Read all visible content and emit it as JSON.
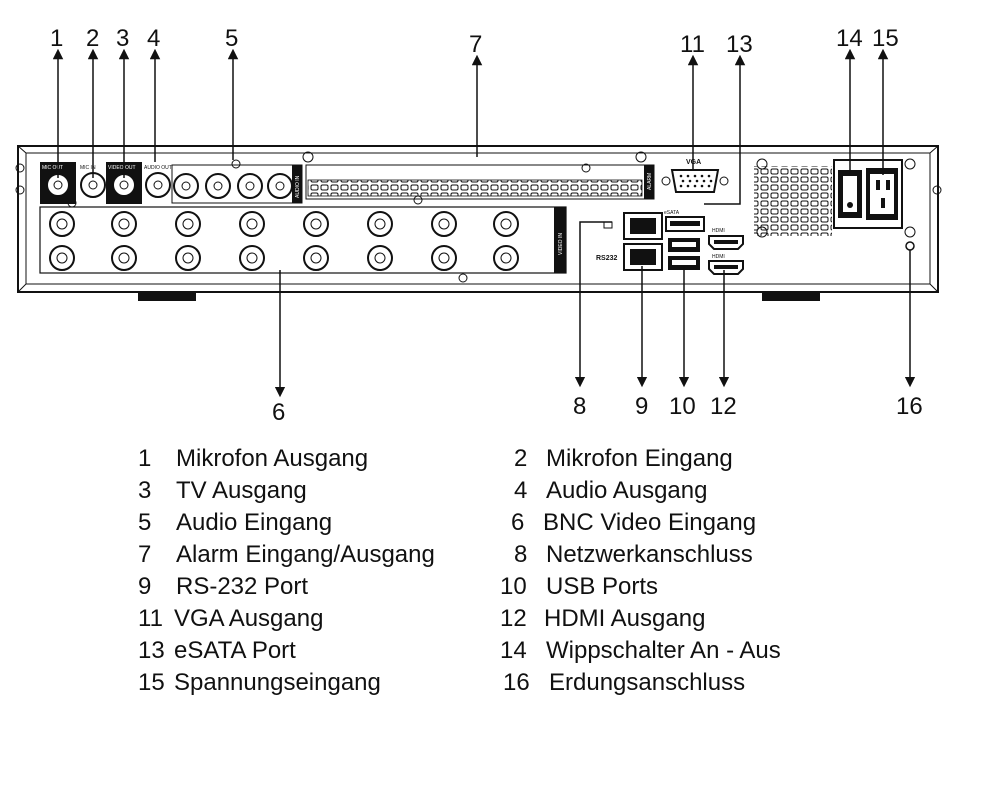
{
  "callouts": {
    "c1": "1",
    "c2": "2",
    "c3": "3",
    "c4": "4",
    "c5": "5",
    "c6": "6",
    "c7": "7",
    "c8": "8",
    "c9": "9",
    "c10": "10",
    "c11": "11",
    "c12": "12",
    "c13": "13",
    "c14": "14",
    "c15": "15",
    "c16": "16"
  },
  "panel_labels": {
    "vga": "VGA",
    "rs232": "RS232",
    "esata": "eSATA",
    "hdmi": "HDMI",
    "alarm": "ALARM",
    "video_in": "VIDEO IN",
    "audio_in": "AUDIO IN",
    "mic_out": "MIC OUT",
    "mic_in": "MIC IN",
    "video_out": "VIDEO OUT",
    "audio_out": "AUDIO OUT"
  },
  "legend": [
    {
      "num": "1",
      "text": "Mikrofon Ausgang"
    },
    {
      "num": "2",
      "text": "Mikrofon Eingang"
    },
    {
      "num": "3",
      "text": "TV Ausgang"
    },
    {
      "num": "4",
      "text": "Audio Ausgang"
    },
    {
      "num": "5",
      "text": "Audio Eingang"
    },
    {
      "num": "6",
      "text": "BNC Video Eingang"
    },
    {
      "num": "7",
      "text": "Alarm Eingang/Ausgang"
    },
    {
      "num": "8",
      "text": "Netzwerkanschluss"
    },
    {
      "num": "9",
      "text": "RS-232 Port"
    },
    {
      "num": "10",
      "text": "USB Ports"
    },
    {
      "num": "11",
      "text": "VGA Ausgang"
    },
    {
      "num": "12",
      "text": "HDMI Ausgang"
    },
    {
      "num": "13",
      "text": "eSATA Port"
    },
    {
      "num": "14",
      "text": "Wippschalter An - Aus"
    },
    {
      "num": "15",
      "text": "Spannungseingang"
    },
    {
      "num": "16",
      "text": "Erdungsanschluss"
    }
  ]
}
